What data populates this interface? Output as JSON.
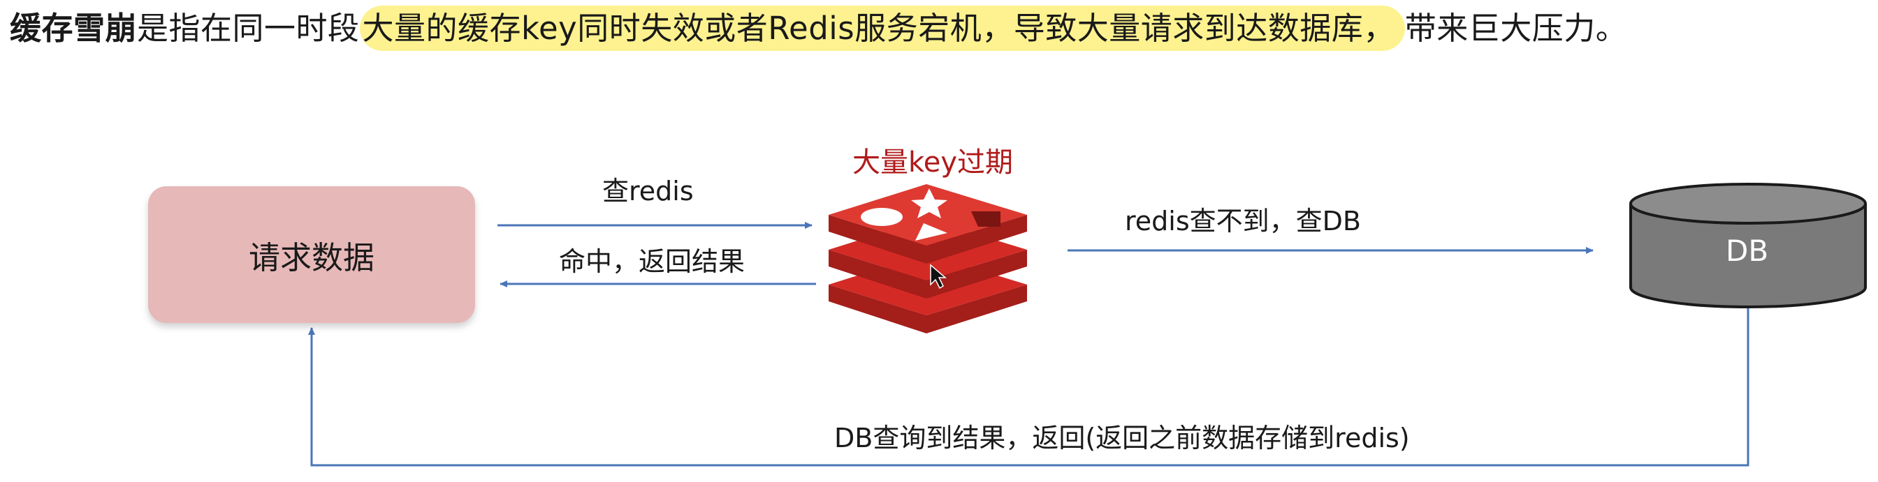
{
  "headline": {
    "term": "缓存雪崩",
    "intro": "是指在同一时段",
    "highlight": "大量的缓存key同时失效或者Redis服务宕机，导致大量请求到达数据库，",
    "tail": "带来巨大压力。"
  },
  "diagram": {
    "client_box": "请求数据",
    "redis_caption": "大量key过期",
    "db_label": "DB",
    "edge_query_redis": "查redis",
    "edge_hit_return": "命中，返回结果",
    "edge_miss_query_db": "redis查不到，查DB",
    "edge_db_return": "DB查询到结果，返回(返回之前数据存储到redis)"
  },
  "colors": {
    "arrow": "#4a76b8",
    "redis_red": "#d42a25",
    "box_fill": "#e7b8b8",
    "highlight": "#fdf28f",
    "db_fill": "#7a7a7a"
  }
}
